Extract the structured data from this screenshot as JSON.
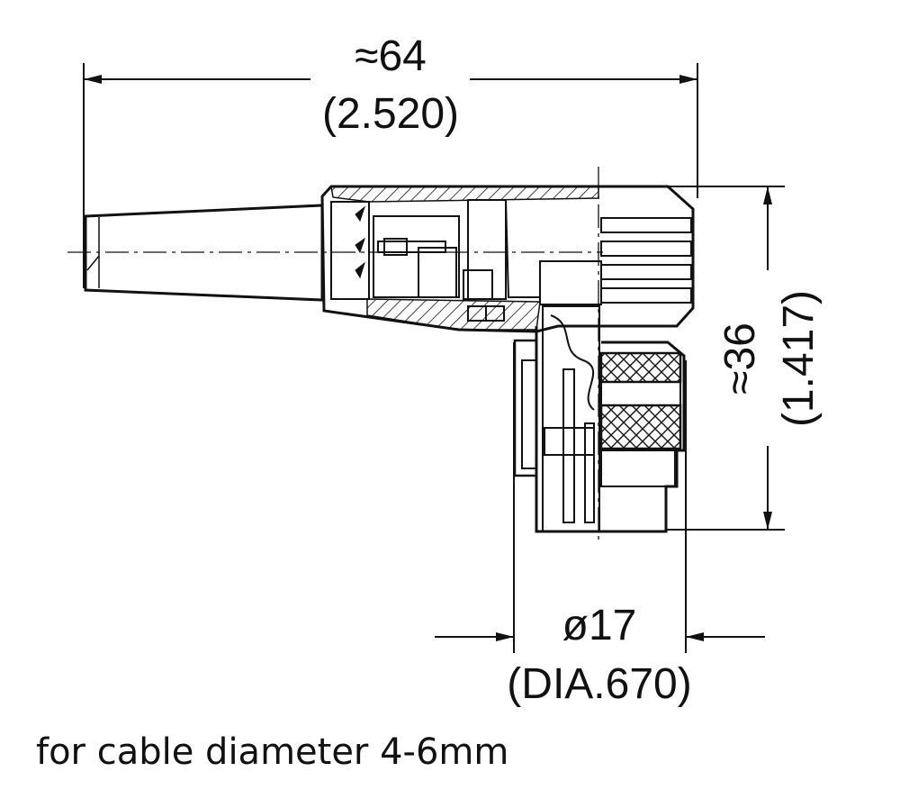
{
  "dimensions": {
    "width": {
      "approx": "≈64",
      "inch": "(2.520)"
    },
    "height": {
      "approx": "≈36",
      "inch": "(1.417)"
    },
    "diameter": {
      "approx": "ø17",
      "inch": "(DIA.670)"
    }
  },
  "caption": "for cable diameter 4-6mm",
  "colors": {
    "ink": "#111111",
    "background": "#ffffff"
  }
}
